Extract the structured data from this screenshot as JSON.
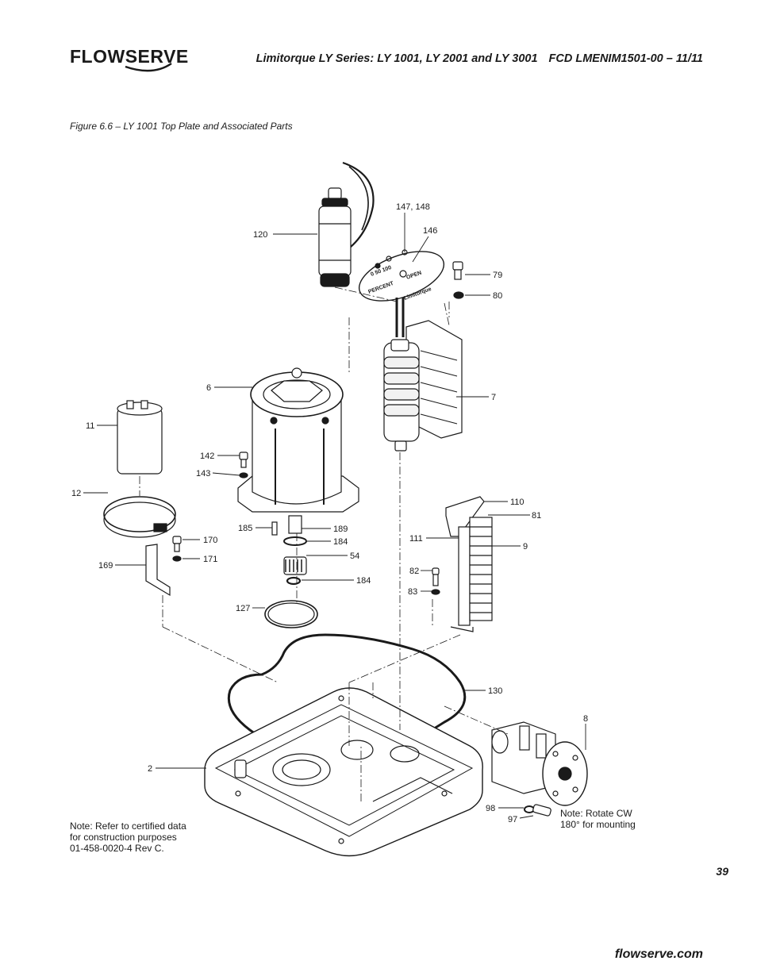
{
  "brand": {
    "logo_text": "FLOWSERVE"
  },
  "header": {
    "title": "Limitorque LY Series: LY 1001, LY 2001 and LY 3001",
    "doc_code": "FCD LMENIM1501-00 – 11/11"
  },
  "figure": {
    "caption": "Figure 6.6 – LY 1001 Top Plate and Associated Parts",
    "dial": {
      "scale": "0  50  100",
      "text1": "PERCENT",
      "text2": "OPEN",
      "brand": "Limitorque"
    },
    "callouts": {
      "c120": "120",
      "c147": "147, 148",
      "c146": "146",
      "c79": "79",
      "c80": "80",
      "c6": "6",
      "c7": "7",
      "c11": "11",
      "c142": "142",
      "c143": "143",
      "c12": "12",
      "c110": "110",
      "c81": "81",
      "c185": "185",
      "c189": "189",
      "c184a": "184",
      "c170": "170",
      "c171": "171",
      "c111": "111",
      "c9": "9",
      "c54": "54",
      "c169": "169",
      "c82": "82",
      "c83": "83",
      "c184b": "184",
      "c127": "127",
      "c130": "130",
      "c8": "8",
      "c2": "2",
      "c98": "98",
      "c97": "97"
    }
  },
  "notes": {
    "left": [
      "Note: Refer to certified  data",
      "for construction purposes",
      "01-458-0020-4 Rev C."
    ],
    "right": [
      "Note: Rotate CW",
      "180° for mounting"
    ]
  },
  "page_number": "39",
  "footer": {
    "url": "flowserve.com"
  }
}
